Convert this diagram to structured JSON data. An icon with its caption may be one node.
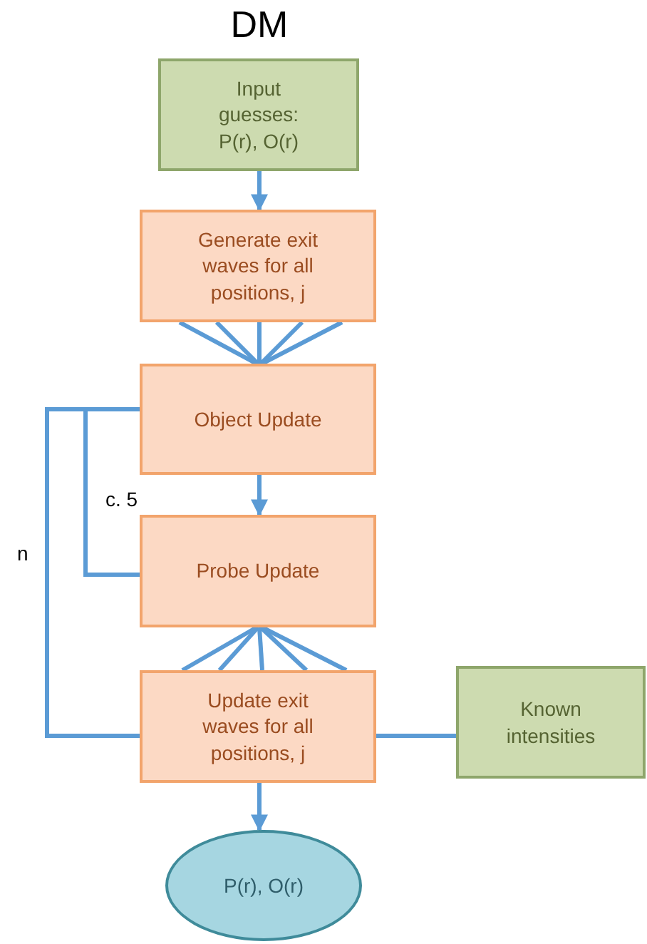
{
  "diagram": {
    "title": "DM",
    "nodes": [
      {
        "text": [
          "Input guesses: P(r), O(r)"
        ]
      },
      {
        "text": [
          "Generate exit waves for all positions, j"
        ]
      },
      {
        "text": [
          "Object Update"
        ]
      },
      {
        "text": [
          "Probe Update"
        ]
      },
      {
        "text": [
          "Update exit waves for all positions, j"
        ]
      },
      {
        "text": [
          "Known intensities"
        ]
      },
      {
        "text": [
          "P(r), O(r)"
        ]
      }
    ],
    "edges": [
      {
        "from": 0,
        "to": 1,
        "arrow": "to"
      },
      {
        "from": 1,
        "to": 2,
        "arrow": "none"
      },
      {
        "from": 1,
        "to": 2,
        "arrow": "none"
      },
      {
        "from": 1,
        "to": 2,
        "arrow": "none"
      },
      {
        "from": 1,
        "to": 2,
        "arrow": "none"
      },
      {
        "from": 1,
        "to": 2,
        "arrow": "none"
      },
      {
        "from": 2,
        "to": 3,
        "arrow": "to"
      },
      {
        "from": 3,
        "to": 4,
        "arrow": "none"
      },
      {
        "from": 3,
        "to": 4,
        "arrow": "none"
      },
      {
        "from": 3,
        "to": 4,
        "arrow": "none"
      },
      {
        "from": 3,
        "to": 4,
        "arrow": "none"
      },
      {
        "from": 3,
        "to": 4,
        "arrow": "none"
      },
      {
        "from": 3,
        "to": 2,
        "arrow": "none",
        "label": "c. 5"
      },
      {
        "from": 4,
        "to": 2,
        "arrow": "none",
        "label": "n"
      },
      {
        "from": 4,
        "to": 5,
        "arrow": "none"
      },
      {
        "from": 4,
        "to": 6,
        "arrow": "to"
      }
    ]
  }
}
